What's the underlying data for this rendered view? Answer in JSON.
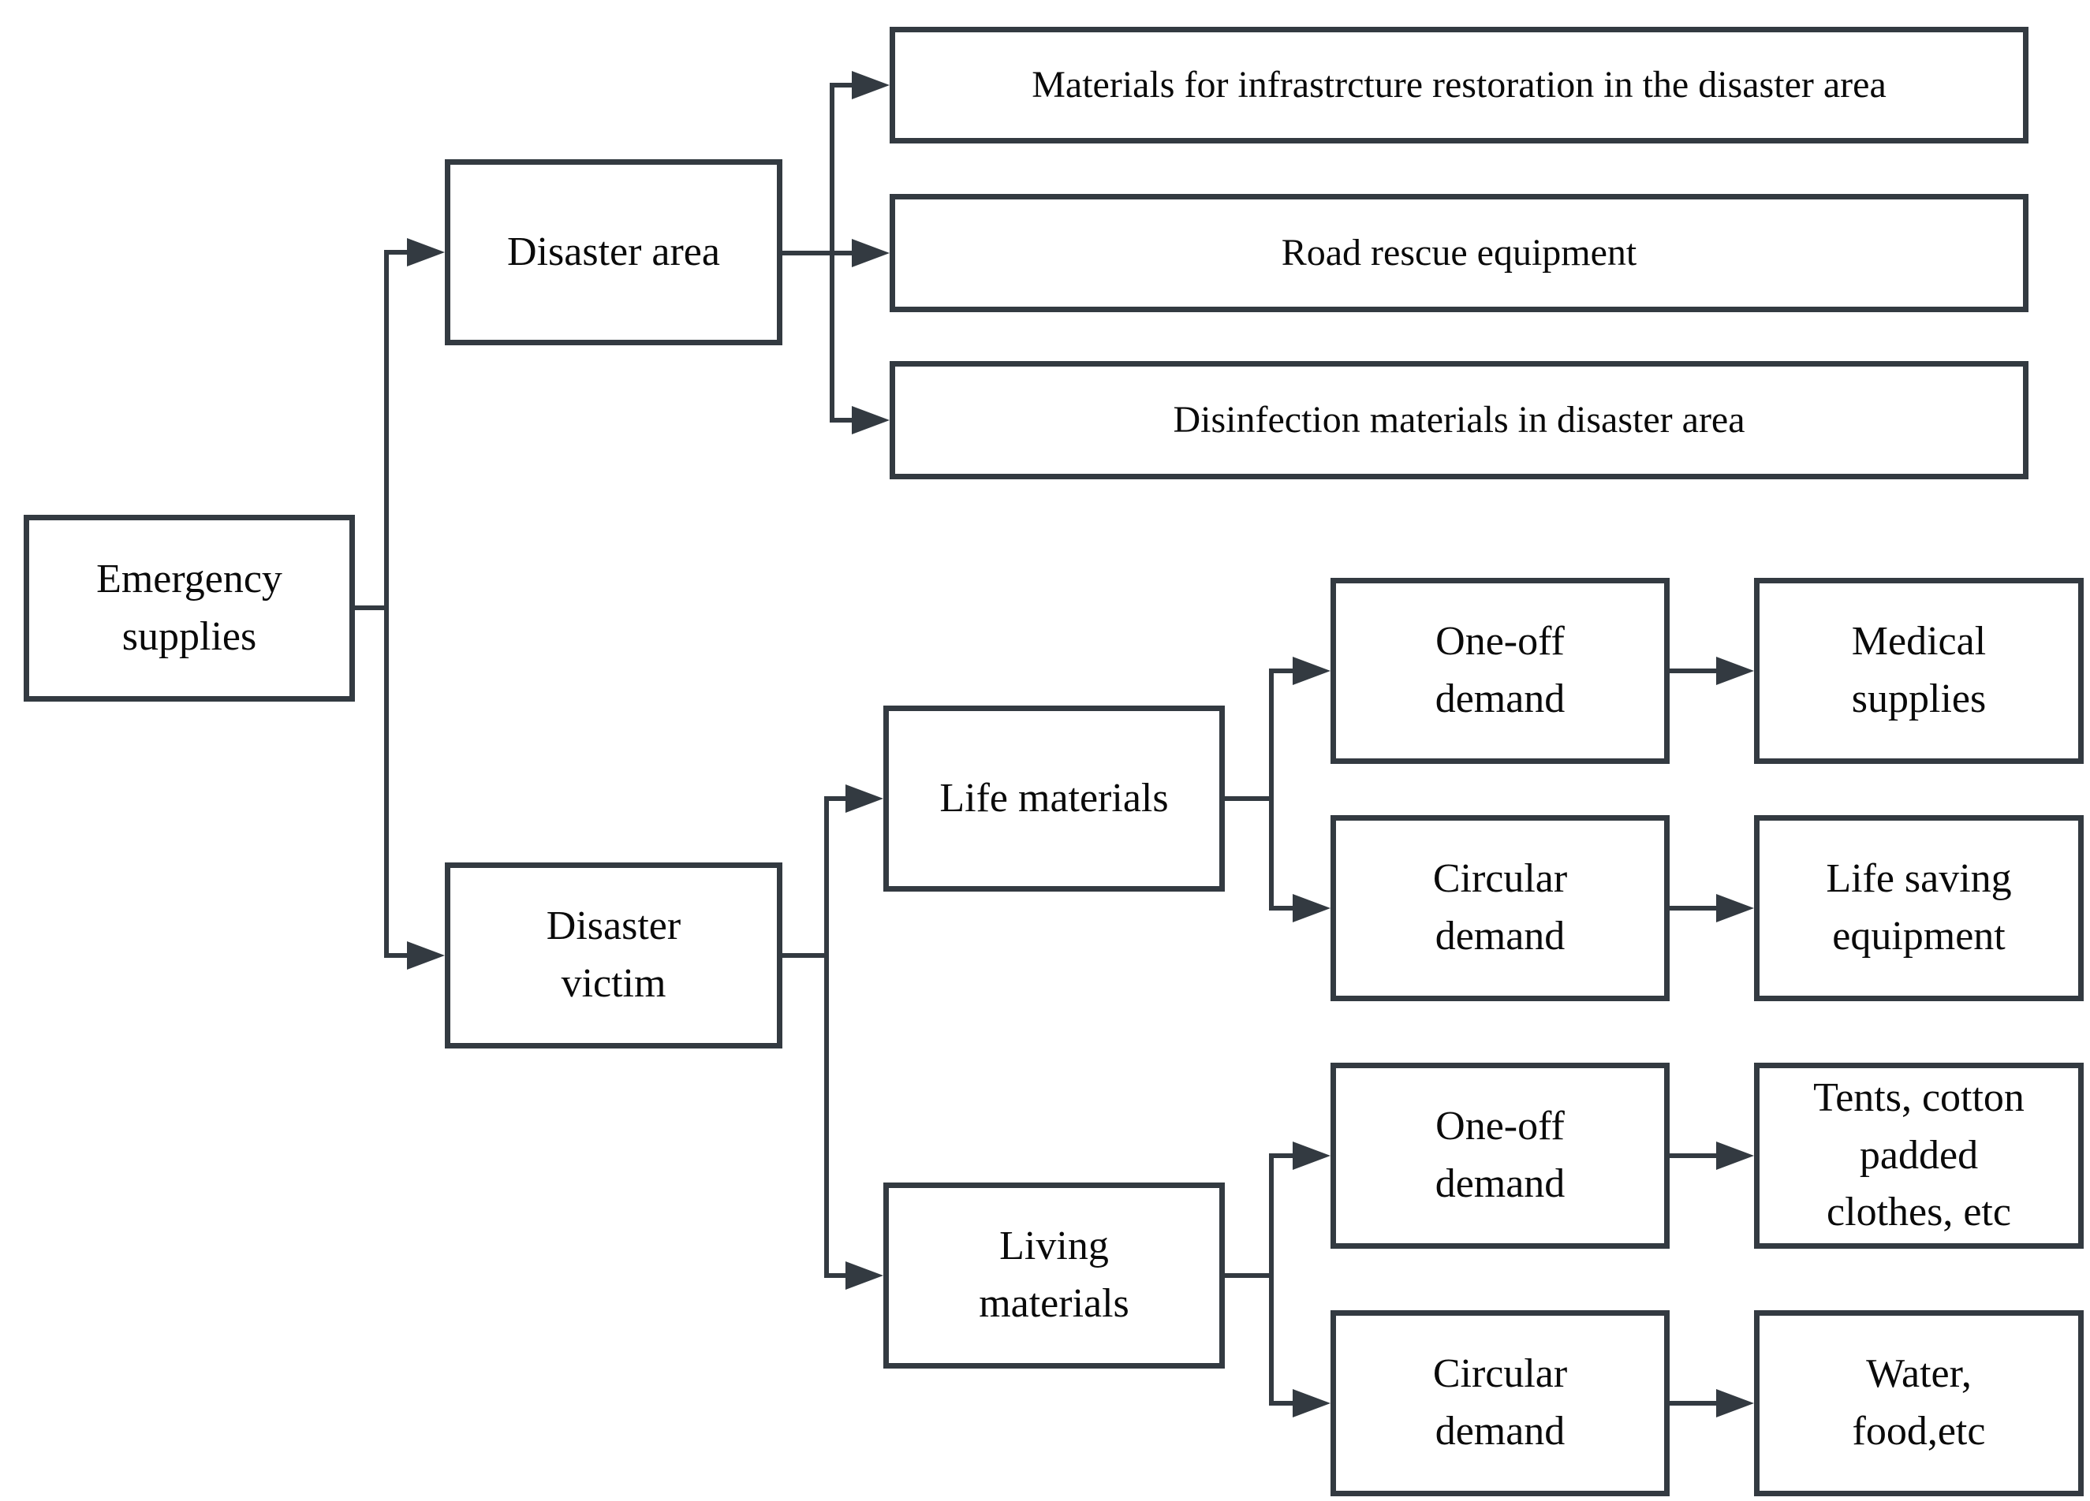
{
  "colors": {
    "line": "#333a41",
    "box_border": "#333a41",
    "background": "#ffffff",
    "text": "#0a0a0a"
  },
  "nodes": {
    "emergency_supplies": {
      "label": "Emergency\nsupplies"
    },
    "disaster_area": {
      "label": "Disaster area"
    },
    "materials_infrastructure": {
      "label": "Materials for infrastrcture restoration in the disaster area"
    },
    "road_rescue": {
      "label": "Road rescue equipment"
    },
    "disinfection": {
      "label": "Disinfection materials in disaster area"
    },
    "disaster_victim": {
      "label": "Disaster\nvictim"
    },
    "life_materials": {
      "label": "Life materials"
    },
    "living_materials": {
      "label": "Living\nmaterials"
    },
    "life_oneoff": {
      "label": "One-off\ndemand"
    },
    "life_circular": {
      "label": "Circular\ndemand"
    },
    "medical_supplies": {
      "label": "Medical\nsupplies"
    },
    "life_saving_equipment": {
      "label": "Life saving\nequipment"
    },
    "living_oneoff": {
      "label": "One-off\ndemand"
    },
    "living_circular": {
      "label": "Circular\ndemand"
    },
    "tents_clothes": {
      "label": "Tents, cotton\npadded\nclothes, etc"
    },
    "water_food": {
      "label": "Water,\nfood,etc"
    }
  },
  "edges": [
    {
      "from": "Emergency supplies",
      "to": "Disaster area"
    },
    {
      "from": "Emergency supplies",
      "to": "Disaster victim"
    },
    {
      "from": "Disaster area",
      "to": "Materials for infrastrcture restoration in the disaster area"
    },
    {
      "from": "Disaster area",
      "to": "Road rescue equipment"
    },
    {
      "from": "Disaster area",
      "to": "Disinfection materials in disaster area"
    },
    {
      "from": "Disaster victim",
      "to": "Life materials"
    },
    {
      "from": "Disaster victim",
      "to": "Living materials"
    },
    {
      "from": "Life materials",
      "to": "One-off demand"
    },
    {
      "from": "Life materials",
      "to": "Circular demand"
    },
    {
      "from": "One-off demand (life)",
      "to": "Medical supplies"
    },
    {
      "from": "Circular demand (life)",
      "to": "Life saving equipment"
    },
    {
      "from": "Living materials",
      "to": "One-off demand"
    },
    {
      "from": "Living materials",
      "to": "Circular demand"
    },
    {
      "from": "One-off demand (living)",
      "to": "Tents, cotton padded clothes, etc"
    },
    {
      "from": "Circular demand (living)",
      "to": "Water, food,etc"
    }
  ]
}
